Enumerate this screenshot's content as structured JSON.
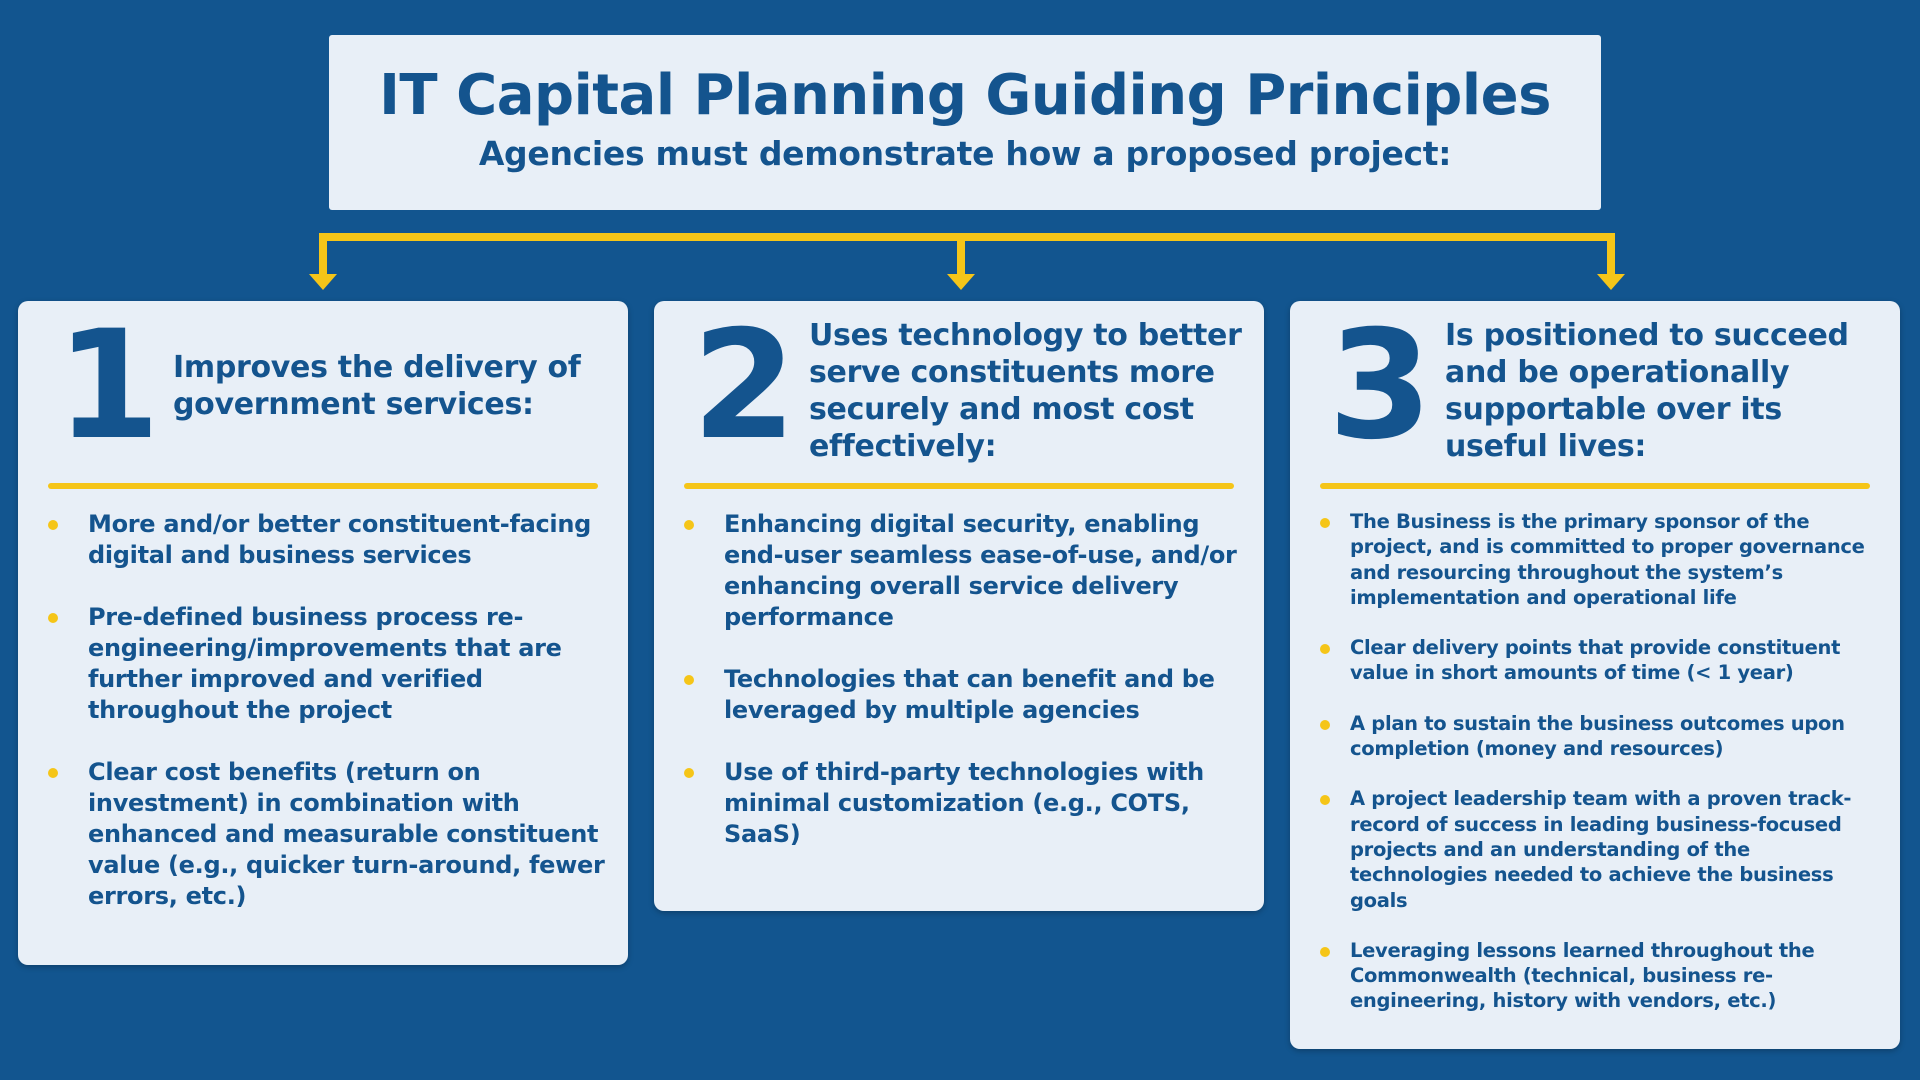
{
  "header": {
    "title": "IT Capital Planning Guiding Principles",
    "subtitle": "Agencies must demonstrate how a proposed project:"
  },
  "colors": {
    "background": "#12558f",
    "card": "#e8eff7",
    "text": "#14548e",
    "accent": "#f5c518"
  },
  "principles": [
    {
      "number": "1",
      "heading": "Improves the delivery of government services:",
      "bullets": [
        "More and/or better constituent-facing digital and business services",
        "Pre-defined business process re-engineering/improvements that are further improved and verified throughout the project",
        "Clear cost benefits (return on investment) in combination with enhanced and measurable constituent value (e.g., quicker turn-around, fewer errors, etc.)"
      ]
    },
    {
      "number": "2",
      "heading": "Uses technology to better serve constituents more securely and most cost effectively:",
      "bullets": [
        "Enhancing digital security, enabling end-user seamless ease-of-use, and/or enhancing overall service delivery performance",
        "Technologies that can benefit and be leveraged by multiple agencies",
        "Use of third-party technologies with minimal customization (e.g., COTS, SaaS)"
      ]
    },
    {
      "number": "3",
      "heading": "Is positioned to succeed and be operationally supportable over its useful lives:",
      "bullets": [
        "The Business is the primary sponsor of the project, and is committed to proper governance and resourcing throughout the system’s implementation and operational life",
        "Clear delivery points that provide constituent value in short amounts of time (< 1 year)",
        "A plan to sustain the business outcomes upon completion (money and resources)",
        "A project leadership team with a proven track-record of success in leading business-focused projects and an understanding of the technologies needed to achieve the business goals",
        "Leveraging lessons learned throughout the Commonwealth (technical, business re-engineering, history with vendors, etc.)"
      ]
    }
  ]
}
